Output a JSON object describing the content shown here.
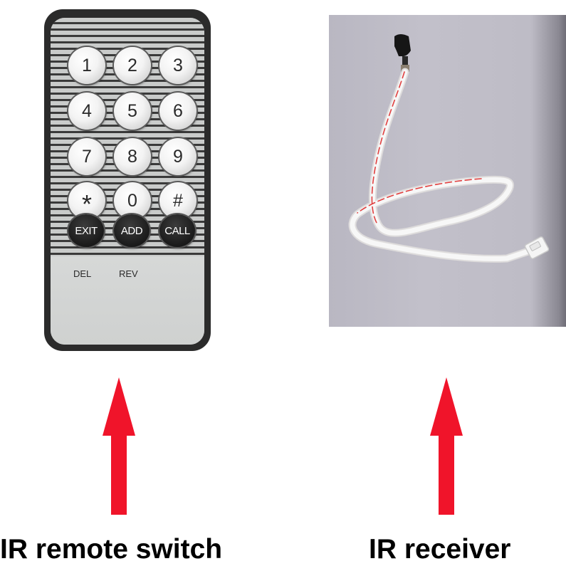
{
  "remote": {
    "keys": {
      "k1": "1",
      "k2": "2",
      "k3": "3",
      "k4": "4",
      "k5": "5",
      "k6": "6",
      "k7": "7",
      "k8": "8",
      "k9": "9",
      "star": "*",
      "k0": "0",
      "hash": "#"
    },
    "function_keys": {
      "exit": "EXIT",
      "add": "ADD",
      "call": "CALL"
    },
    "secondary_labels": {
      "del": "DEL",
      "rev": "REV"
    }
  },
  "captions": {
    "left": "IR remote switch",
    "right": "IR receiver"
  },
  "colors": {
    "arrow": "#f0142a",
    "remote_body": "#2b2b2b",
    "photo_background": "#bfbdc7",
    "cable": "#f4f4f4",
    "cable_stripe": "#e04040"
  },
  "icons": {
    "arrows": "up-arrow-icon"
  }
}
